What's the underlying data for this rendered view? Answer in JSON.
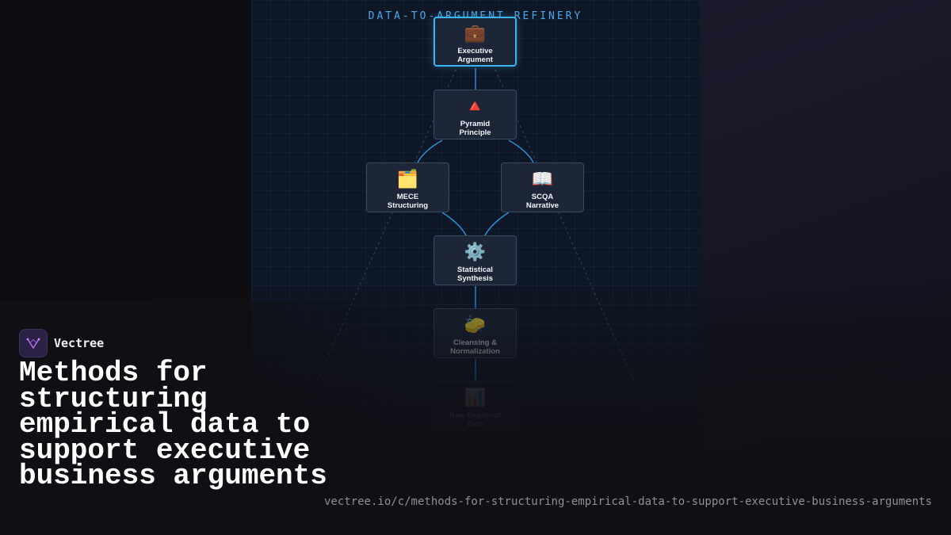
{
  "diagram": {
    "title": "DATA-TO-ARGUMENT REFINERY",
    "nodes": [
      {
        "id": "executive",
        "icon": "💼",
        "icon_name": "briefcase-icon",
        "label_line1": "Executive",
        "label_line2": "Argument"
      },
      {
        "id": "pyramid",
        "icon": "🔺",
        "icon_name": "red-triangle-icon",
        "label_line1": "Pyramid",
        "label_line2": "Principle"
      },
      {
        "id": "mece",
        "icon": "🗂️",
        "icon_name": "card-index-dividers-icon",
        "label_line1": "MECE",
        "label_line2": "Structuring"
      },
      {
        "id": "scqa",
        "icon": "📖",
        "icon_name": "open-book-icon",
        "label_line1": "SCQA",
        "label_line2": "Narrative"
      },
      {
        "id": "statistical",
        "icon": "⚙️",
        "icon_name": "gear-icon",
        "label_line1": "Statistical",
        "label_line2": "Synthesis"
      },
      {
        "id": "cleansing",
        "icon": "🧽",
        "icon_name": "sponge-icon",
        "label_line1": "Cleansing &",
        "label_line2": "Normalization"
      },
      {
        "id": "raw",
        "icon": "📊",
        "icon_name": "bar-chart-icon",
        "label_line1": "Raw Empirical",
        "label_line2": "Data"
      }
    ]
  },
  "brand": {
    "name": "Vectree"
  },
  "headline": "Methods for structuring empirical data to support executive business arguments",
  "url": "vectree.io/c/methods-for-structuring-empirical-data-to-support-executive-business-arguments",
  "colors": {
    "accent": "#3cb4f0",
    "node_bg": "#1d2637",
    "background": "#0f0f14"
  }
}
